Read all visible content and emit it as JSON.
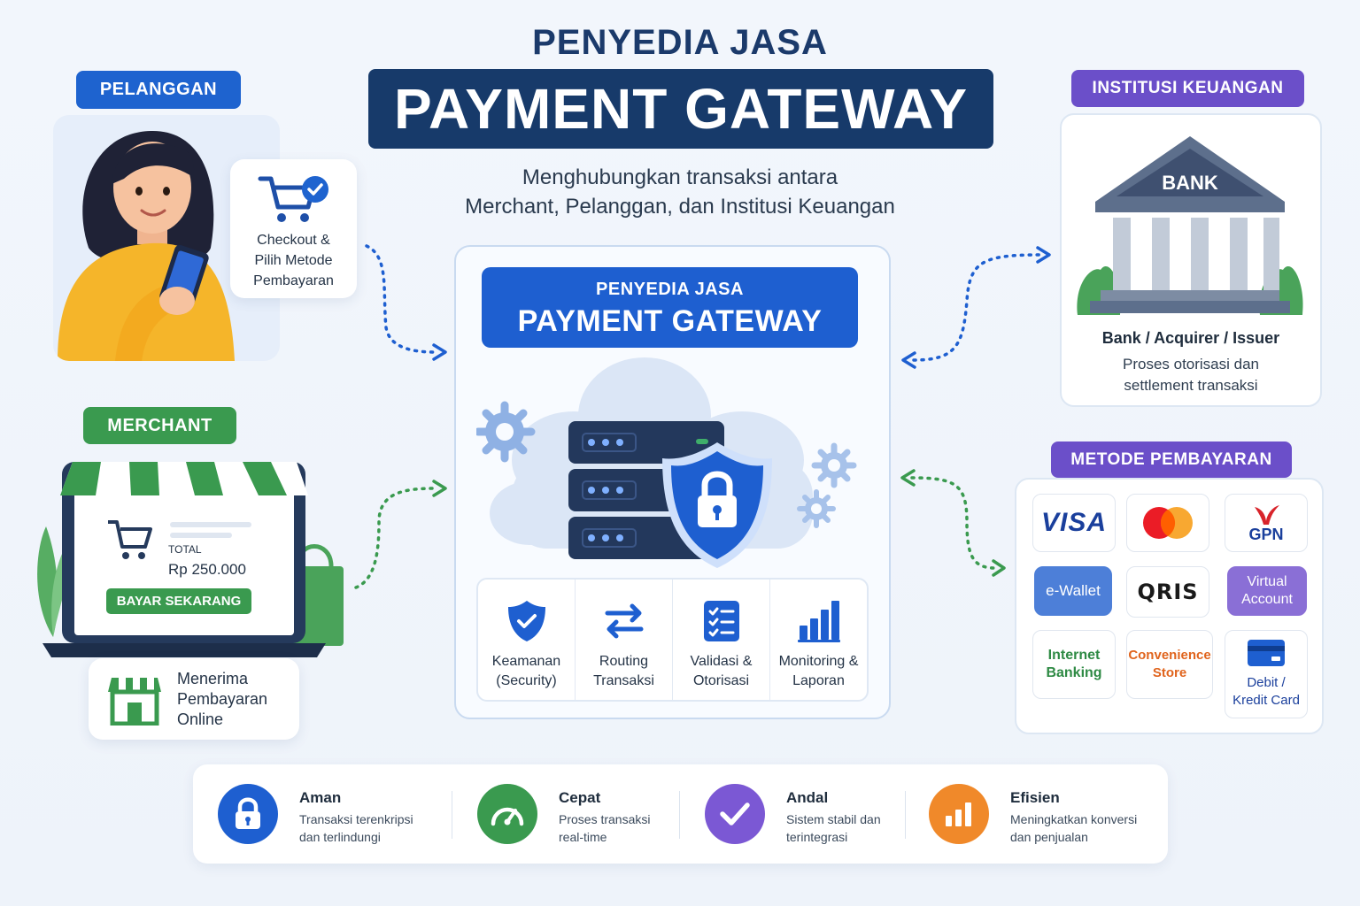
{
  "header": {
    "title_small": "PENYEDIA JASA",
    "title_big": "PAYMENT GATEWAY",
    "subtitle_line1": "Menghubungkan transaksi antara",
    "subtitle_line2": "Merchant, Pelanggan, dan Institusi Keuangan"
  },
  "customer": {
    "label": "PELANGGAN",
    "checkout_line1": "Checkout &",
    "checkout_line2": "Pilih Metode",
    "checkout_line3": "Pembayaran"
  },
  "merchant": {
    "label": "MERCHANT",
    "total_label": "TOTAL",
    "total_value": "Rp 250.000",
    "pay_button": "BAYAR SEKARANG",
    "info_line1": "Menerima",
    "info_line2": "Pembayaran",
    "info_line3": "Online"
  },
  "gateway": {
    "title_small": "PENYEDIA JASA",
    "title_big": "PAYMENT GATEWAY",
    "features": [
      {
        "line1": "Keamanan",
        "line2": "(Security)",
        "icon": "shield-check-icon"
      },
      {
        "line1": "Routing",
        "line2": "Transaksi",
        "icon": "swap-arrows-icon"
      },
      {
        "line1": "Validasi &",
        "line2": "Otorisasi",
        "icon": "checklist-icon"
      },
      {
        "line1": "Monitoring &",
        "line2": "Laporan",
        "icon": "bar-chart-icon"
      }
    ]
  },
  "institution": {
    "label": "INSTITUSI KEUANGAN",
    "bank_sign": "BANK",
    "title": "Bank / Acquirer / Issuer",
    "desc_line1": "Proses otorisasi dan",
    "desc_line2": "settlement transaksi"
  },
  "payment_methods": {
    "label": "METODE PEMBAYARAN",
    "visa": "VISA",
    "gpn": "GPN",
    "ewallet": "e-Wallet",
    "qris": "QRIS",
    "va_line1": "Virtual",
    "va_line2": "Account",
    "ib_line1": "Internet",
    "ib_line2": "Banking",
    "cs_line1": "Convenience",
    "cs_line2": "Store",
    "card_line1": "Debit /",
    "card_line2": "Kredit Card"
  },
  "benefits": [
    {
      "title": "Aman",
      "line1": "Transaksi terenkripsi",
      "line2": "dan terlindungi",
      "color": "#1e5fd0"
    },
    {
      "title": "Cepat",
      "line1": "Proses transaksi",
      "line2": "real-time",
      "color": "#3a9a4f"
    },
    {
      "title": "Andal",
      "line1": "Sistem stabil dan",
      "line2": "terintegrasi",
      "color": "#7b58d4"
    },
    {
      "title": "Efisien",
      "line1": "Meningkatkan konversi",
      "line2": "dan penjualan",
      "color": "#f0892a"
    }
  ]
}
